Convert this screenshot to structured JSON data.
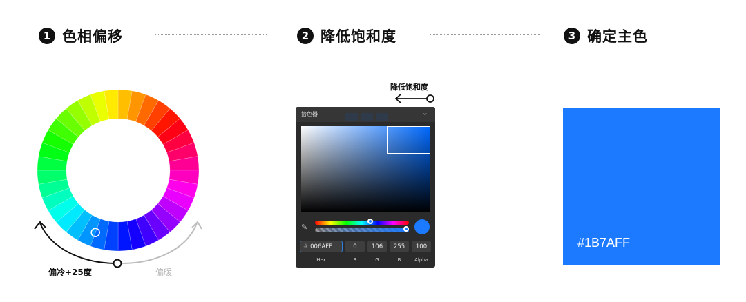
{
  "steps": [
    {
      "number": "1",
      "label": "色相偏移"
    },
    {
      "number": "2",
      "label": "降低饱和度"
    },
    {
      "number": "3",
      "label": "确定主色"
    }
  ],
  "wheel": {
    "colors": [
      "#ffbf00",
      "#ff9500",
      "#ff6a00",
      "#ff4000",
      "#ff1500",
      "#ff0015",
      "#ff0040",
      "#ff006a",
      "#ff0095",
      "#ff00bf",
      "#ff00ea",
      "#ea00ff",
      "#bf00ff",
      "#9500ff",
      "#6a00ff",
      "#4000ff",
      "#1500ff",
      "#0015ff",
      "#0040ff",
      "#006aff",
      "#0095ff",
      "#00bfff",
      "#00eaff",
      "#00ffea",
      "#00ffbf",
      "#00ff95",
      "#00ff6a",
      "#00ff40",
      "#00ff15",
      "#15ff00",
      "#40ff00",
      "#6aff00",
      "#95ff00",
      "#bfff00",
      "#eaff00",
      "#ffea00"
    ],
    "left_caption": "偏冷+25度",
    "right_caption": "偏暖"
  },
  "picker": {
    "desaturate_caption": "降低饱和度",
    "title": "拾色器",
    "hex_prefix": "#",
    "hex_value": "006AFF",
    "r": "0",
    "g": "106",
    "b": "255",
    "alpha": "100",
    "labels": {
      "hex": "Hex",
      "r": "R",
      "g": "G",
      "b": "B",
      "alpha": "Alpha"
    }
  },
  "result": {
    "hex": "#1B7AFF",
    "color": "#1b7aff"
  }
}
